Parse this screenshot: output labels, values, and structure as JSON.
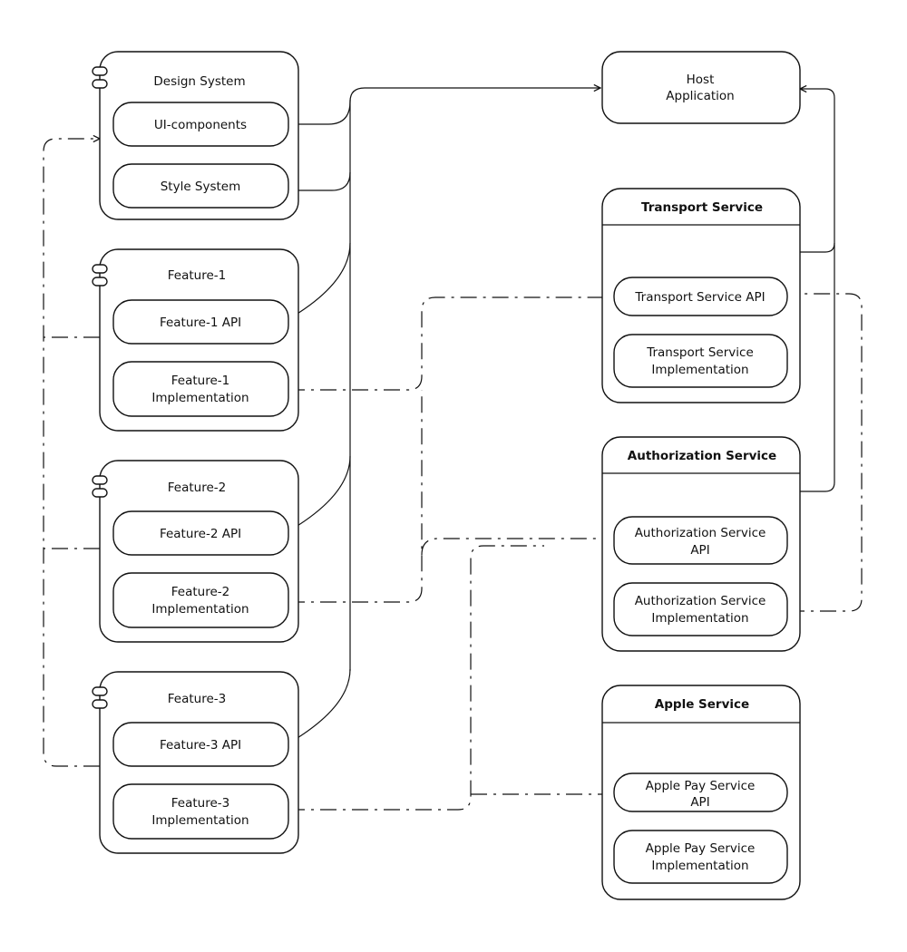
{
  "colors": {
    "accent": "#f0157a",
    "stroke": "#111111",
    "background": "#ffffff"
  },
  "modules": {
    "design_system": {
      "title": "Design System",
      "ui_components": "UI-components",
      "style_system": "Style System"
    },
    "feature_1": {
      "title": "Feature-1",
      "api": "Feature-1 API",
      "impl_line1": "Feature-1",
      "impl_line2": "Implementation"
    },
    "feature_2": {
      "title": "Feature-2",
      "api": "Feature-2 API",
      "impl_line1": "Feature-2",
      "impl_line2": "Implementation"
    },
    "feature_3": {
      "title": "Feature-3",
      "api": "Feature-3 API",
      "impl_line1": "Feature-3",
      "impl_line2": "Implementation"
    }
  },
  "host": {
    "line1": "Host",
    "line2": "Application"
  },
  "services": {
    "transport": {
      "title": "Transport Service",
      "api": "Transport Service API",
      "impl_line1": "Transport Service",
      "impl_line2": "Implementation"
    },
    "authorization": {
      "title": "Authorization Service",
      "api_line1": "Authorization Service",
      "api_line2": "API",
      "impl_line1": "Authorization Service",
      "impl_line2": "Implementation"
    },
    "apple": {
      "title": "Apple Service",
      "api_line1": "Apple Pay  Service",
      "api_line2": "API",
      "impl_line1": "Apple Pay  Service",
      "impl_line2": "Implementation"
    }
  }
}
